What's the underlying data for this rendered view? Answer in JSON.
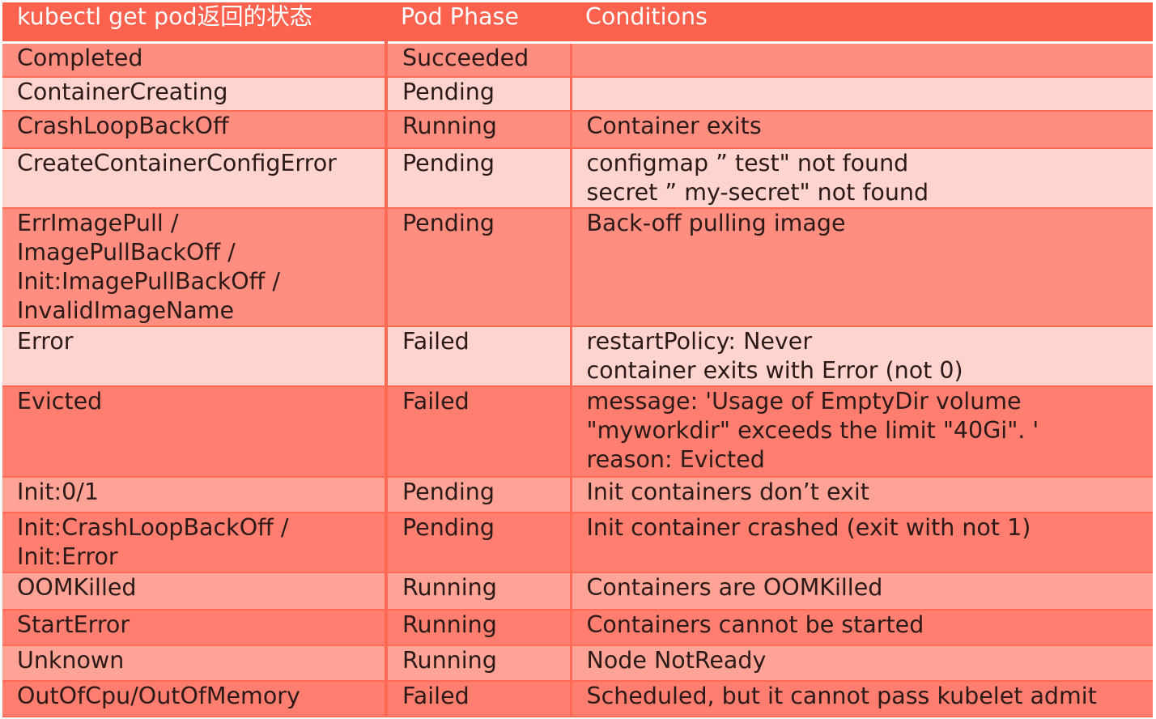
{
  "headers": [
    "kubectl get pod返回的状态",
    "Pod Phase",
    "Conditions"
  ],
  "rows": [
    {
      "status": [
        "Completed"
      ],
      "phase": "Succeeded",
      "conditions": []
    },
    {
      "status": [
        "ContainerCreating"
      ],
      "phase": "Pending",
      "conditions": []
    },
    {
      "status": [
        "CrashLoopBackOff"
      ],
      "phase": "Running",
      "conditions": [
        "Container exits"
      ]
    },
    {
      "status": [
        "CreateContainerConfigError"
      ],
      "phase": "Pending",
      "conditions": [
        "configmap ”  test\" not found",
        "secret ”  my-secret\" not found"
      ]
    },
    {
      "status": [
        "ErrImagePull /",
        "ImagePullBackOff /",
        "Init:ImagePullBackOff /",
        "InvalidImageName"
      ],
      "phase": "Pending",
      "conditions": [
        "Back-off pulling image"
      ]
    },
    {
      "status": [
        "Error"
      ],
      "phase": "Failed",
      "conditions": [
        "restartPolicy: Never",
        "container exits with Error (not 0)"
      ]
    },
    {
      "status": [
        "Evicted"
      ],
      "phase": "Failed",
      "conditions": [
        "message: 'Usage of EmptyDir volume",
        "\"myworkdir\" exceeds the limit \"40Gi\". '",
        "reason: Evicted"
      ]
    },
    {
      "status": [
        "Init:0/1"
      ],
      "phase": "Pending",
      "conditions": [
        "Init containers don’t exit"
      ]
    },
    {
      "status": [
        "Init:CrashLoopBackOff /",
        "Init:Error"
      ],
      "phase": "Pending",
      "conditions": [
        "Init container crashed (exit with not 1)"
      ]
    },
    {
      "status": [
        "OOMKilled"
      ],
      "phase": "Running",
      "conditions": [
        "Containers are OOMKilled"
      ]
    },
    {
      "status": [
        "StartError"
      ],
      "phase": "Running",
      "conditions": [
        "Containers cannot be started"
      ]
    },
    {
      "status": [
        "Unknown"
      ],
      "phase": "Running",
      "conditions": [
        "Node NotReady"
      ]
    },
    {
      "status": [
        "OutOfCpu/OutOfMemory"
      ],
      "phase": "Failed",
      "conditions": [
        "Scheduled, but it cannot pass kubelet admit"
      ]
    }
  ]
}
